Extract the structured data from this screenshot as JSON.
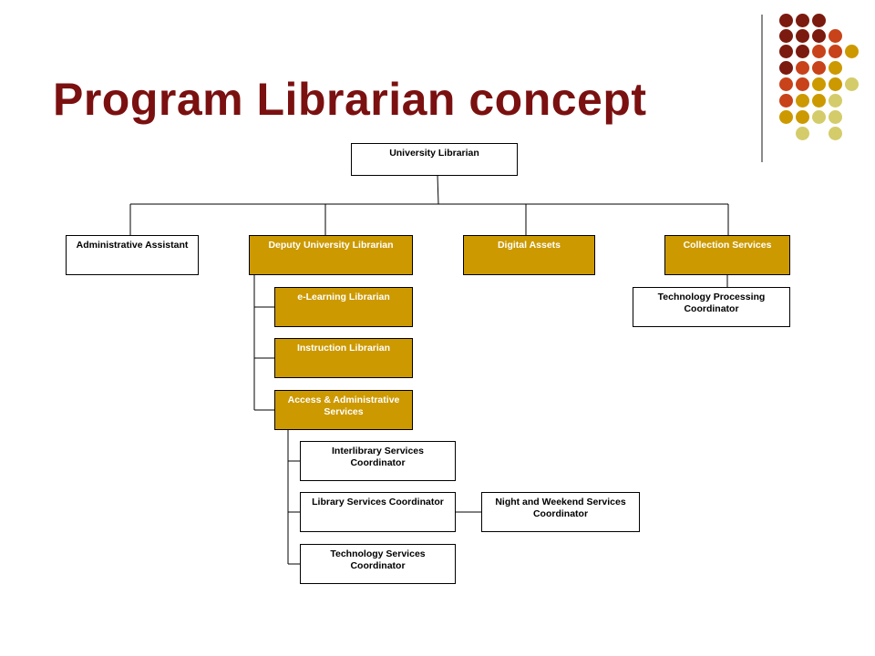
{
  "slide": {
    "title": "Program Librarian concept"
  },
  "colors": {
    "title": "#7b1010",
    "box_fill": "#cc9900",
    "dot_palette": [
      "#7b1a0f",
      "#c8421a",
      "#cc9900",
      "#d4cc6a"
    ]
  },
  "org_chart": {
    "university_librarian": "University Librarian",
    "administrative_assistant": "Administrative Assistant",
    "deputy_university_librarian": "Deputy University Librarian",
    "digital_assets": "Digital Assets",
    "collection_services": "Collection Services",
    "technology_processing_coordinator": "Technology Processing Coordinator",
    "elearning_librarian": "e-Learning Librarian",
    "instruction_librarian": "Instruction Librarian",
    "access_administrative_services": "Access & Administrative Services",
    "interlibrary_services_coordinator": "Interlibrary Services Coordinator",
    "library_services_coordinator": "Library Services Coordinator",
    "night_weekend_services_coordinator": "Night and Weekend Services Coordinator",
    "technology_services_coordinator": "Technology Services Coordinator"
  }
}
